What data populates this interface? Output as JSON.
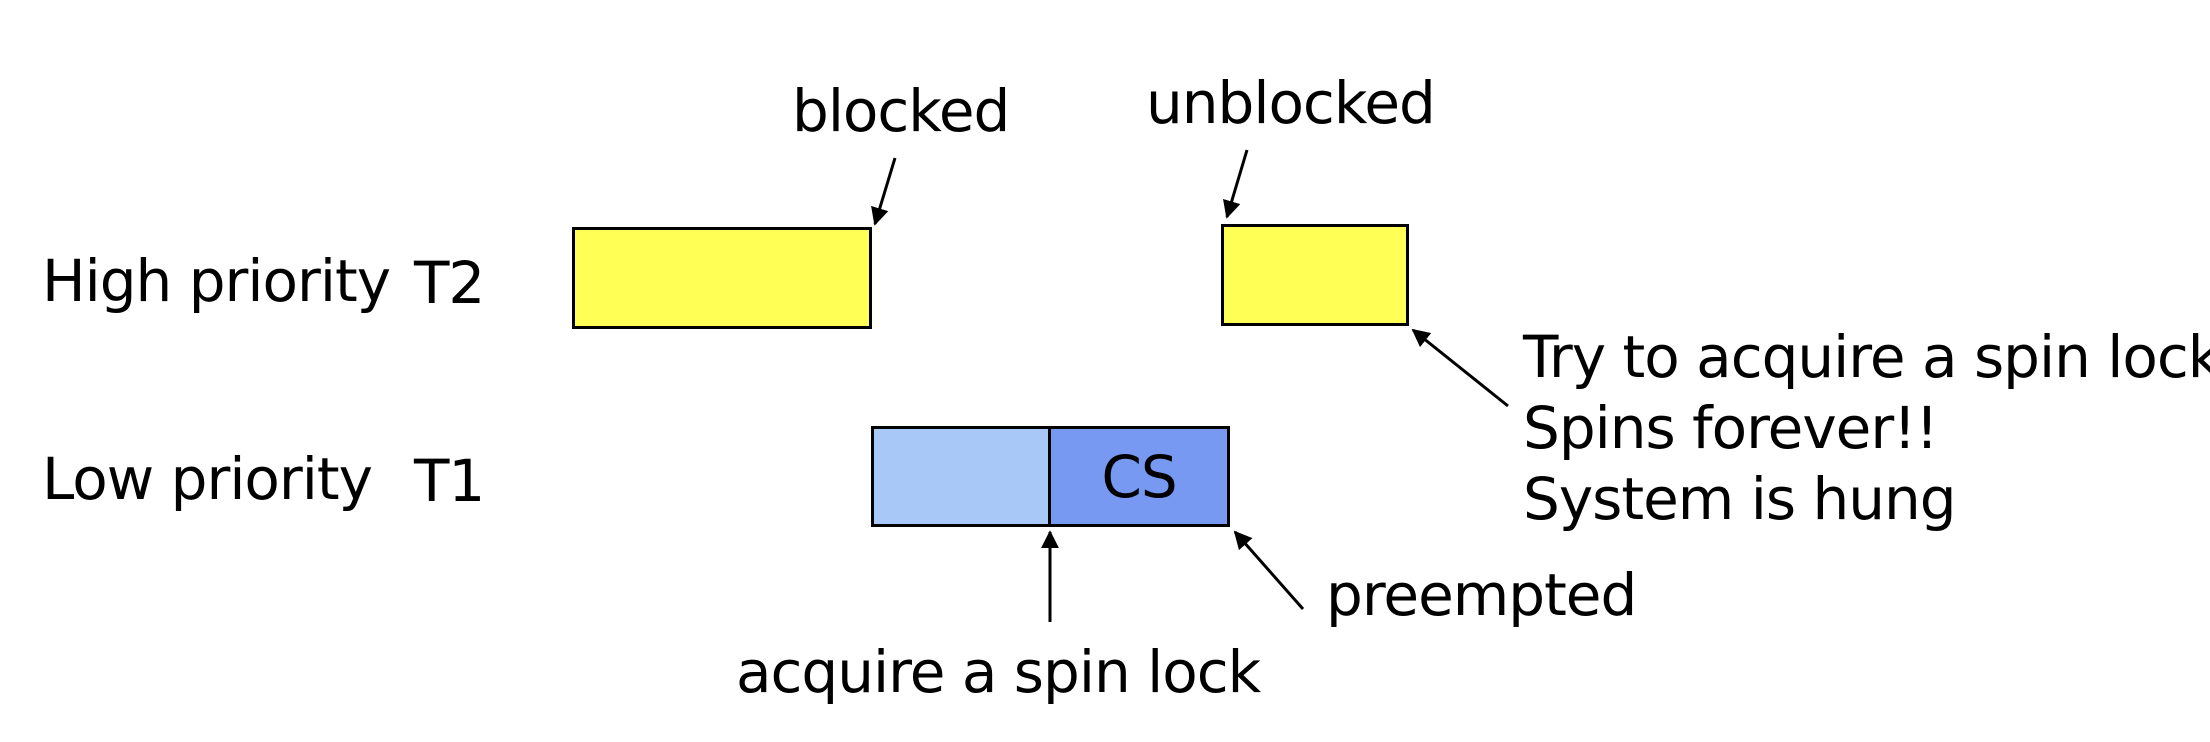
{
  "rows": {
    "high": {
      "priority": "High priority",
      "thread": "T2"
    },
    "low": {
      "priority": "Low priority",
      "thread": "T1"
    }
  },
  "blocks": {
    "t2_first": {
      "label": "",
      "color": "#ffff55"
    },
    "t2_second": {
      "label": "",
      "color": "#ffff55"
    },
    "t1_first": {
      "label": "",
      "color": "#a8c8f8"
    },
    "t1_cs": {
      "label": "CS",
      "color": "#7799f2"
    }
  },
  "annotations": {
    "blocked": "blocked",
    "unblocked": "unblocked",
    "acquire": "acquire a spin lock",
    "preempted": "preempted",
    "hung_lines": [
      "Try to acquire a spin lock",
      "Spins forever!!",
      "System is hung"
    ]
  }
}
